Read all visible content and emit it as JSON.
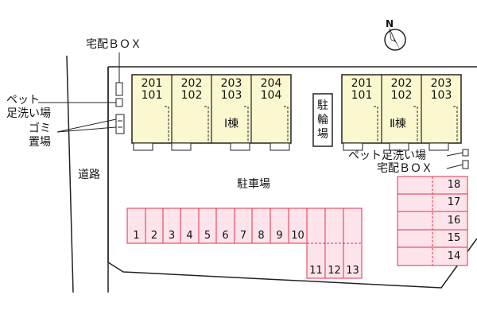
{
  "colors": {
    "building_fill": "#fbf8cf",
    "parking_fill": "#fde4ea",
    "parking_stroke": "#e03050",
    "line": "#222222"
  },
  "icons": {
    "compass": "north-arrow-icon"
  },
  "labels": {
    "compass_n": "N",
    "delivery_box_left": "宅配ＢＯＸ",
    "pet_wash_left": "ペット\n足洗い場",
    "garbage": "ゴミ\n置場",
    "road": "道路",
    "parking_lot": "駐車場",
    "bicycle_parking": "駐\n輪\n場",
    "pet_wash_right": "ペット足洗い場",
    "delivery_box_right": "宅配ＢＯＸ"
  },
  "building_1": {
    "name": "Ⅰ棟",
    "units": [
      "201\n101",
      "202\n102",
      "203\n103",
      "204\n104"
    ]
  },
  "building_2": {
    "name": "Ⅱ棟",
    "units": [
      "201\n101",
      "202\n102",
      "203\n103"
    ]
  },
  "parking": {
    "bottom_row": [
      "1",
      "2",
      "3",
      "4",
      "5",
      "6",
      "7",
      "8",
      "9",
      "10"
    ],
    "bottom_extension": [
      "11",
      "12",
      "13"
    ],
    "right_column": [
      "18",
      "17",
      "16",
      "15",
      "14"
    ]
  }
}
